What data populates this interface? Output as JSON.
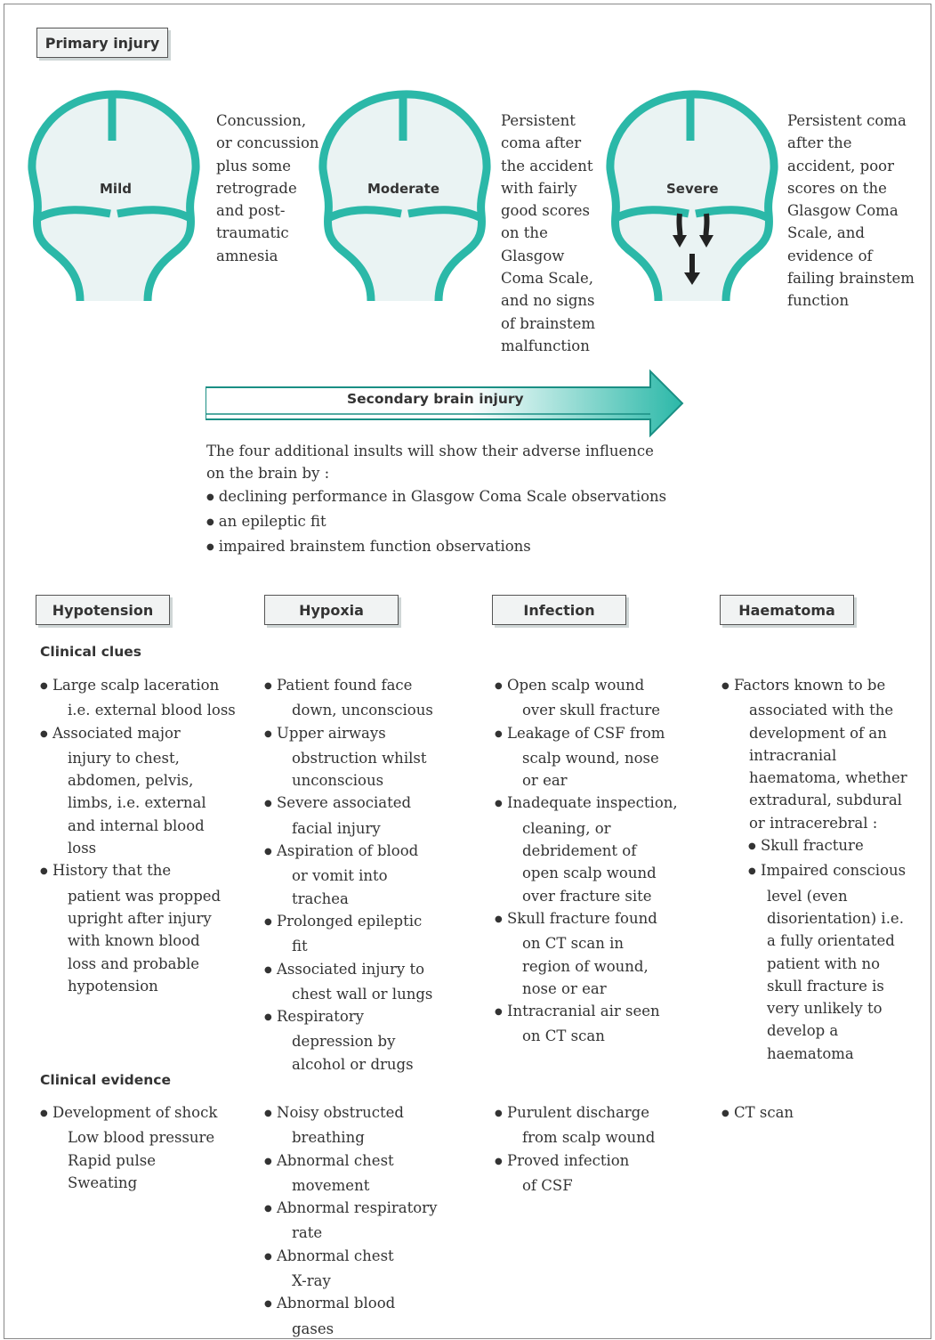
{
  "primary_injury_label": "Primary injury",
  "severity": {
    "mild": {
      "label": "Mild",
      "description": [
        "Concussion,",
        "or concussion",
        "plus some",
        "retrograde",
        "and post-",
        "traumatic",
        "amnesia"
      ]
    },
    "moderate": {
      "label": "Moderate",
      "description": [
        "Persistent",
        "coma after",
        "the accident",
        "with fairly",
        "good scores",
        "on the",
        "Glasgow",
        "Coma Scale,",
        "and no signs",
        "of brainstem",
        "malfunction"
      ]
    },
    "severe": {
      "label": "Severe",
      "description": [
        "Persistent coma",
        "after the",
        "accident, poor",
        "scores on the",
        "Glasgow Coma",
        "Scale, and",
        "evidence of",
        "failing brainstem",
        "function"
      ]
    }
  },
  "secondary_label": "Secondary brain injury",
  "intro": {
    "lines": [
      "The four additional insults will show their adverse influence",
      "on the brain by :"
    ],
    "bullets": [
      "declining performance in Glasgow Coma Scale observations",
      "an epileptic fit",
      "impaired brainstem function observations"
    ]
  },
  "insults": [
    "Hypotension",
    "Hypoxia",
    "Infection",
    "Haematoma"
  ],
  "clinical_clues_label": "Clinical clues",
  "clinical_evidence_label": "Clinical evidence",
  "clues": {
    "hypotension": [
      [
        "Large scalp laceration",
        "i.e. external blood loss"
      ],
      [
        "Associated major",
        "injury to chest,",
        "abdomen, pelvis,",
        "limbs, i.e. external",
        "and internal blood",
        "loss"
      ],
      [
        "History that the",
        "patient was propped",
        "upright after injury",
        "with known blood",
        "loss and probable",
        "hypotension"
      ]
    ],
    "hypoxia": [
      [
        "Patient found face",
        "down, unconscious"
      ],
      [
        "Upper airways",
        "obstruction whilst",
        "unconscious"
      ],
      [
        "Severe associated",
        "facial injury"
      ],
      [
        "Aspiration of blood",
        "or vomit into",
        "trachea"
      ],
      [
        "Prolonged epileptic",
        "fit"
      ],
      [
        "Associated injury to",
        "chest wall or lungs"
      ],
      [
        "Respiratory",
        "depression by",
        "alcohol or drugs"
      ]
    ],
    "infection": [
      [
        "Open scalp wound",
        "over skull fracture"
      ],
      [
        "Leakage of CSF from",
        "scalp wound, nose",
        "or ear"
      ],
      [
        "Inadequate inspection,",
        "cleaning, or",
        "debridement of",
        "open scalp wound",
        "over fracture site"
      ],
      [
        "Skull fracture found",
        "on CT scan in",
        "region of wound,",
        "nose or ear"
      ],
      [
        "Intracranial air seen",
        "on CT scan"
      ]
    ],
    "haematoma_intro": [
      "Factors known to be",
      "associated with the",
      "development of an",
      "intracranial",
      "haematoma, whether",
      "extradural, subdural",
      "or intracerebral :"
    ],
    "haematoma_sub": [
      [
        "Skull fracture"
      ],
      [
        "Impaired conscious",
        "level (even",
        "disorientation) i.e.",
        "a fully orientated",
        "patient with no",
        "skull fracture is",
        "very unlikely to",
        "develop a",
        "haematoma"
      ]
    ]
  },
  "evidence": {
    "hypotension": [
      [
        "Development of shock",
        "Low blood pressure",
        "Rapid pulse",
        "Sweating"
      ]
    ],
    "hypoxia": [
      [
        "Noisy obstructed",
        "breathing"
      ],
      [
        "Abnormal chest",
        "movement"
      ],
      [
        "Abnormal respiratory",
        "rate"
      ],
      [
        "Abnormal chest",
        "X-ray"
      ],
      [
        "Abnormal blood",
        "gases"
      ]
    ],
    "infection": [
      [
        "Purulent discharge",
        "from scalp wound"
      ],
      [
        "Proved infection",
        "of CSF"
      ]
    ],
    "haematoma": [
      [
        "CT scan"
      ]
    ]
  },
  "colors": {
    "teal": "#2bb8a8",
    "brain_fill": "#eaf3f3",
    "box_fill": "#f1f3f3"
  },
  "icons": [
    "brain-outline-icon",
    "downward-arrow-icon",
    "gradient-arrow-icon"
  ]
}
